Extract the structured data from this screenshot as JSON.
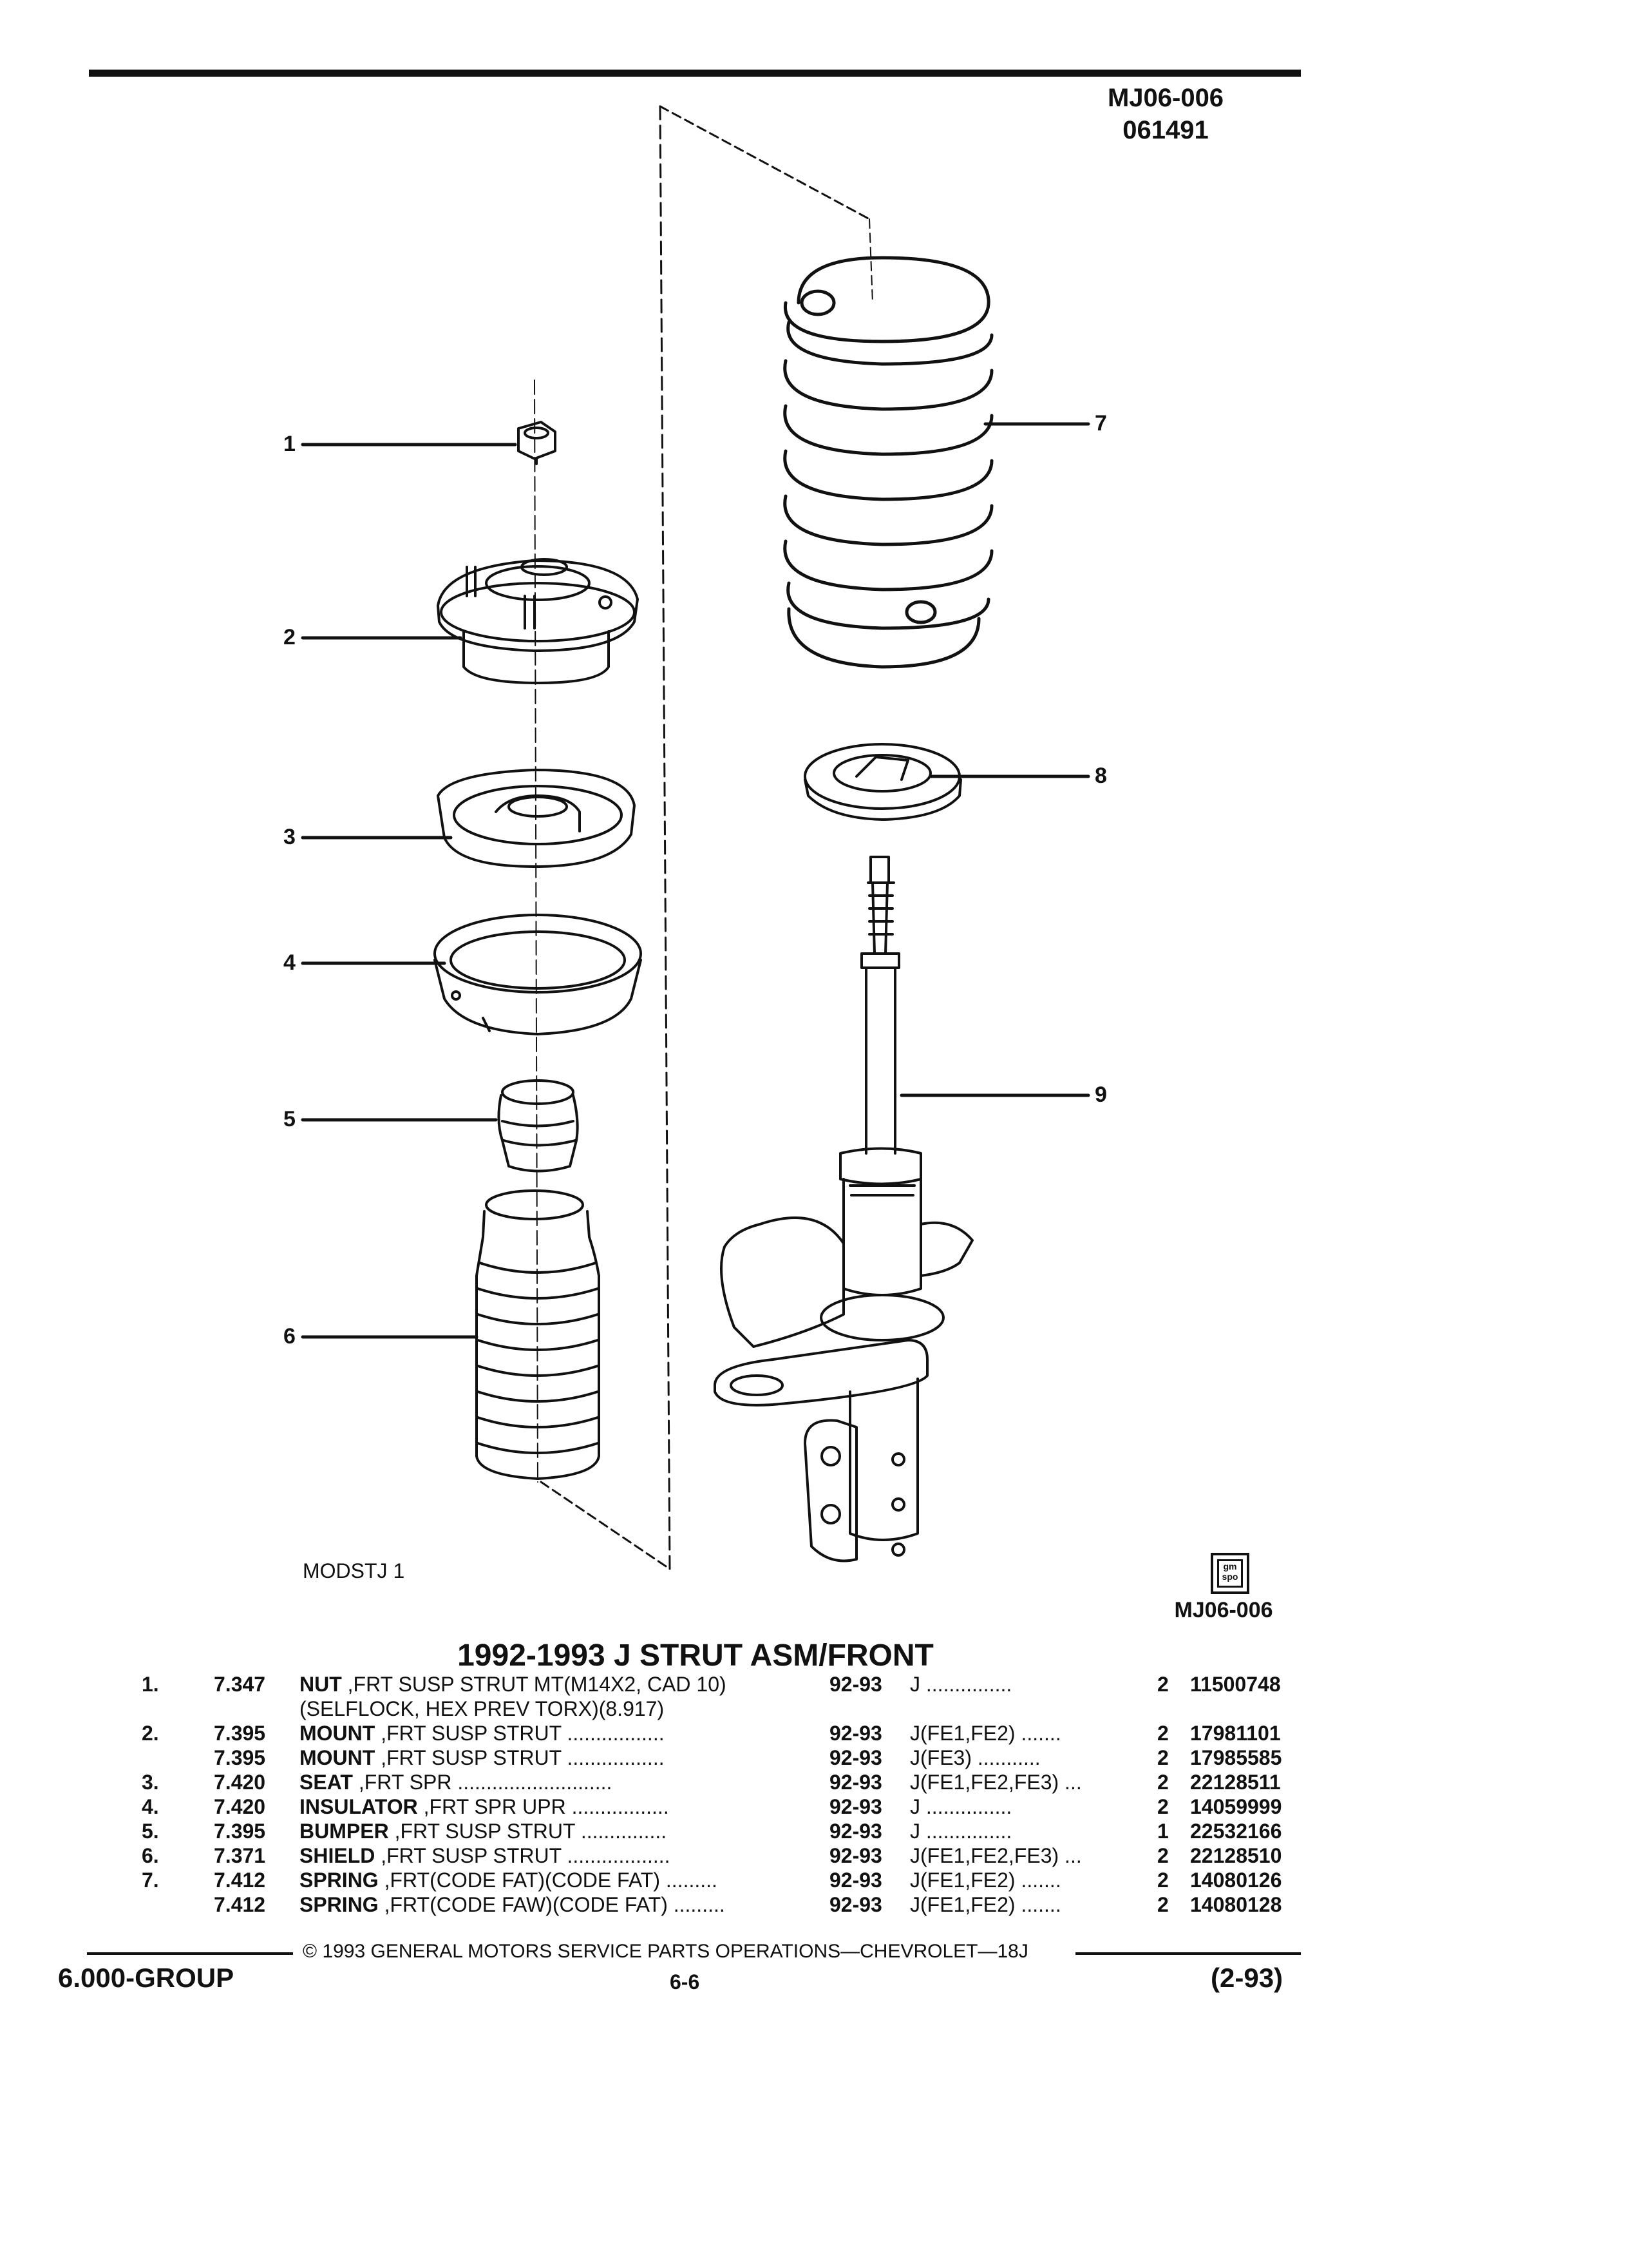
{
  "header": {
    "code": "MJ06-006",
    "sub_code": "061491"
  },
  "diagram": {
    "callouts": [
      "1",
      "2",
      "3",
      "4",
      "5",
      "6",
      "7",
      "8",
      "9"
    ],
    "ref_label": "MODSTJ 1",
    "badge_code": "MJ06-006",
    "badge_text": "gm spo"
  },
  "catalog": {
    "title": "1992-1993 J STRUT ASM/FRONT",
    "rows": [
      {
        "line": "1.",
        "section": "7.347",
        "name": "NUT",
        "desc": " ,FRT SUSP STRUT MT(M14X2, CAD 10)",
        "years": "92-93",
        "models": "J ...............",
        "qty": "2",
        "part": "11500748"
      },
      {
        "line": "",
        "section": "",
        "name": "",
        "desc": "(SELFLOCK, HEX PREV TORX)(8.917)",
        "years": "",
        "models": "",
        "qty": "",
        "part": ""
      },
      {
        "line": "2.",
        "section": "7.395",
        "name": "MOUNT",
        "desc": " ,FRT SUSP STRUT .................",
        "years": "92-93",
        "models": "J(FE1,FE2) .......",
        "qty": "2",
        "part": "17981101"
      },
      {
        "line": "",
        "section": "7.395",
        "name": "MOUNT",
        "desc": " ,FRT SUSP STRUT .................",
        "years": "92-93",
        "models": "J(FE3) ...........",
        "qty": "2",
        "part": "17985585"
      },
      {
        "line": "3.",
        "section": "7.420",
        "name": "SEAT",
        "desc": " ,FRT SPR ...........................",
        "years": "92-93",
        "models": "J(FE1,FE2,FE3) ...",
        "qty": "2",
        "part": "22128511"
      },
      {
        "line": "4.",
        "section": "7.420",
        "name": "INSULATOR",
        "desc": " ,FRT SPR UPR .................",
        "years": "92-93",
        "models": "J ...............",
        "qty": "2",
        "part": "14059999"
      },
      {
        "line": "5.",
        "section": "7.395",
        "name": "BUMPER",
        "desc": " ,FRT SUSP STRUT ...............",
        "years": "92-93",
        "models": "J ...............",
        "qty": "1",
        "part": "22532166"
      },
      {
        "line": "6.",
        "section": "7.371",
        "name": "SHIELD",
        "desc": " ,FRT SUSP STRUT ..................",
        "years": "92-93",
        "models": "J(FE1,FE2,FE3) ...",
        "qty": "2",
        "part": "22128510"
      },
      {
        "line": "7.",
        "section": "7.412",
        "name": "SPRING",
        "desc": " ,FRT(CODE FAT)(CODE FAT) .........",
        "years": "92-93",
        "models": "J(FE1,FE2) .......",
        "qty": "2",
        "part": "14080126"
      },
      {
        "line": "",
        "section": "7.412",
        "name": "SPRING",
        "desc": " ,FRT(CODE FAW)(CODE FAT) .........",
        "years": "92-93",
        "models": "J(FE1,FE2) .......",
        "qty": "2",
        "part": "14080128"
      }
    ]
  },
  "footer": {
    "copyright": "© 1993 GENERAL MOTORS SERVICE PARTS OPERATIONS—CHEVROLET—18J",
    "group": "6.000-GROUP",
    "page": "6-6",
    "date": "(2-93)"
  }
}
